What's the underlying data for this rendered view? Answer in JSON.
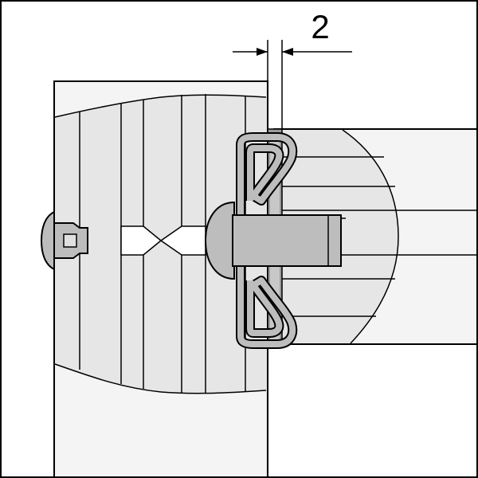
{
  "diagram": {
    "dimension_label": "2",
    "colors": {
      "profile_fill": "#e6e6e6",
      "profile_light": "#f2f2f2",
      "part_fill": "#bdbdbd",
      "part_dark": "#9a9a9a",
      "outline": "#000000",
      "background": "#ffffff"
    },
    "components": [
      "left-vertical-profile",
      "right-horizontal-profile",
      "spring-clip",
      "connector-bolt",
      "push-rivet",
      "spacer-washer",
      "gap-dimension"
    ]
  }
}
